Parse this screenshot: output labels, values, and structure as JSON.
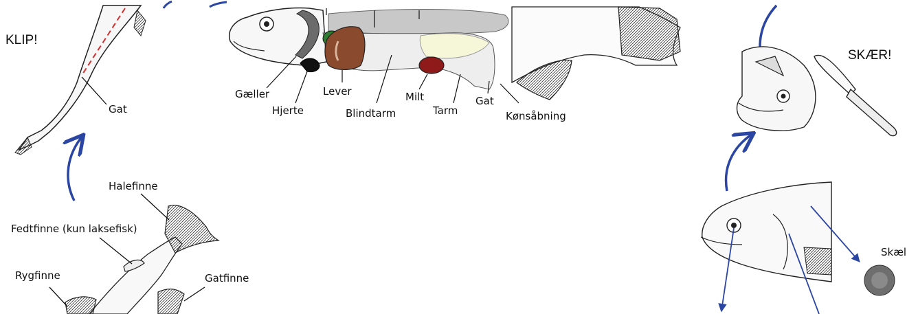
{
  "titles": {
    "cut": "KLIP!",
    "slice": "SKÆR!"
  },
  "labels": {
    "vent_top": "Gat",
    "tail_fin": "Halefinne",
    "adipose_fin": "Fedtfinne (kun laksefisk)",
    "dorsal_fin": "Rygfinne",
    "anal_fin": "Gatfinne",
    "gills": "Gæller",
    "heart": "Hjerte",
    "liver": "Lever",
    "pyloric_caeca": "Blindtarm",
    "spleen": "Milt",
    "intestine": "Tarm",
    "vent": "Gat",
    "genital_opening": "Kønsåbning",
    "scale": "Skæl"
  },
  "colors": {
    "arrow_blue": "#2b45a3",
    "liver": "#8a4a2e",
    "spleen": "#8e1a1a",
    "heart": "#111111",
    "gallbladder": "#2e7d32",
    "cut_line": "#d32f2f",
    "swim_bladder": "#c8c8c8"
  },
  "icons": [
    "fish-outline-icon",
    "knife-icon",
    "arrow-icon",
    "scale-icon"
  ]
}
